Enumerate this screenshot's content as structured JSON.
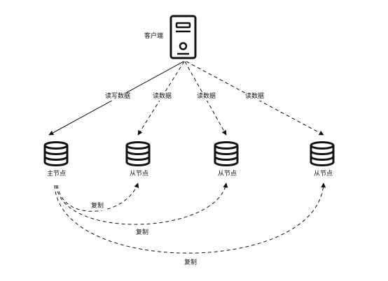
{
  "client": {
    "label": "客户端",
    "icon": "server-icon"
  },
  "nodes": {
    "master": {
      "label": "主节点",
      "icon": "database-icon"
    },
    "slave1": {
      "label": "从节点",
      "icon": "database-icon"
    },
    "slave2": {
      "label": "从节点",
      "icon": "database-icon"
    },
    "slave3": {
      "label": "从节点",
      "icon": "database-icon"
    }
  },
  "edges": {
    "read_write": "读写数据",
    "read1": "读数据",
    "read2": "读数据",
    "read3": "读数据",
    "replicate1": "复制",
    "replicate2": "复制",
    "replicate3": "复制"
  }
}
